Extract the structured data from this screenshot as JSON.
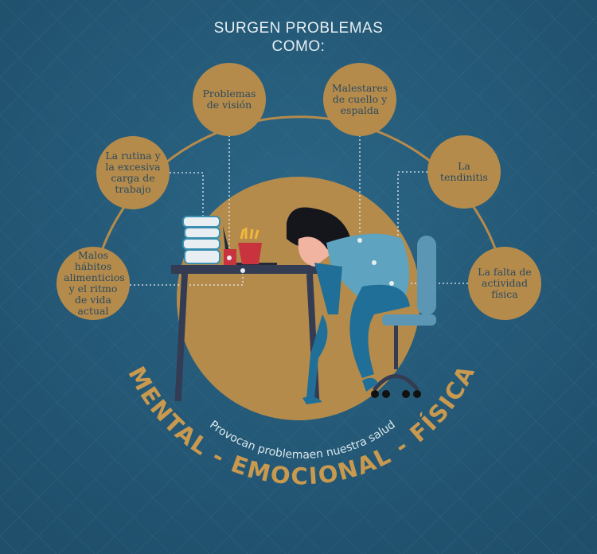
{
  "title": {
    "line1": "SURGEN PROBLEMAS",
    "line2": "COMO:"
  },
  "problems": [
    {
      "label": "Malos hábitos alimenticios y el ritmo de vida actual"
    },
    {
      "label": "La rutina y la excesiva carga de trabajo"
    },
    {
      "label": "Problemas de visión"
    },
    {
      "label": "Malestares de cuello y espalda"
    },
    {
      "label": "La tendinitis"
    },
    {
      "label": "La falta de actividad física"
    }
  ],
  "subtitle": "Provocan problemaen nuestra salud",
  "health_areas": "MENTAL - EMOCIONAL - FÍSICA",
  "colors": {
    "background": "#245a78",
    "gold": "#b58b4c",
    "text_light": "#e6eef2"
  }
}
